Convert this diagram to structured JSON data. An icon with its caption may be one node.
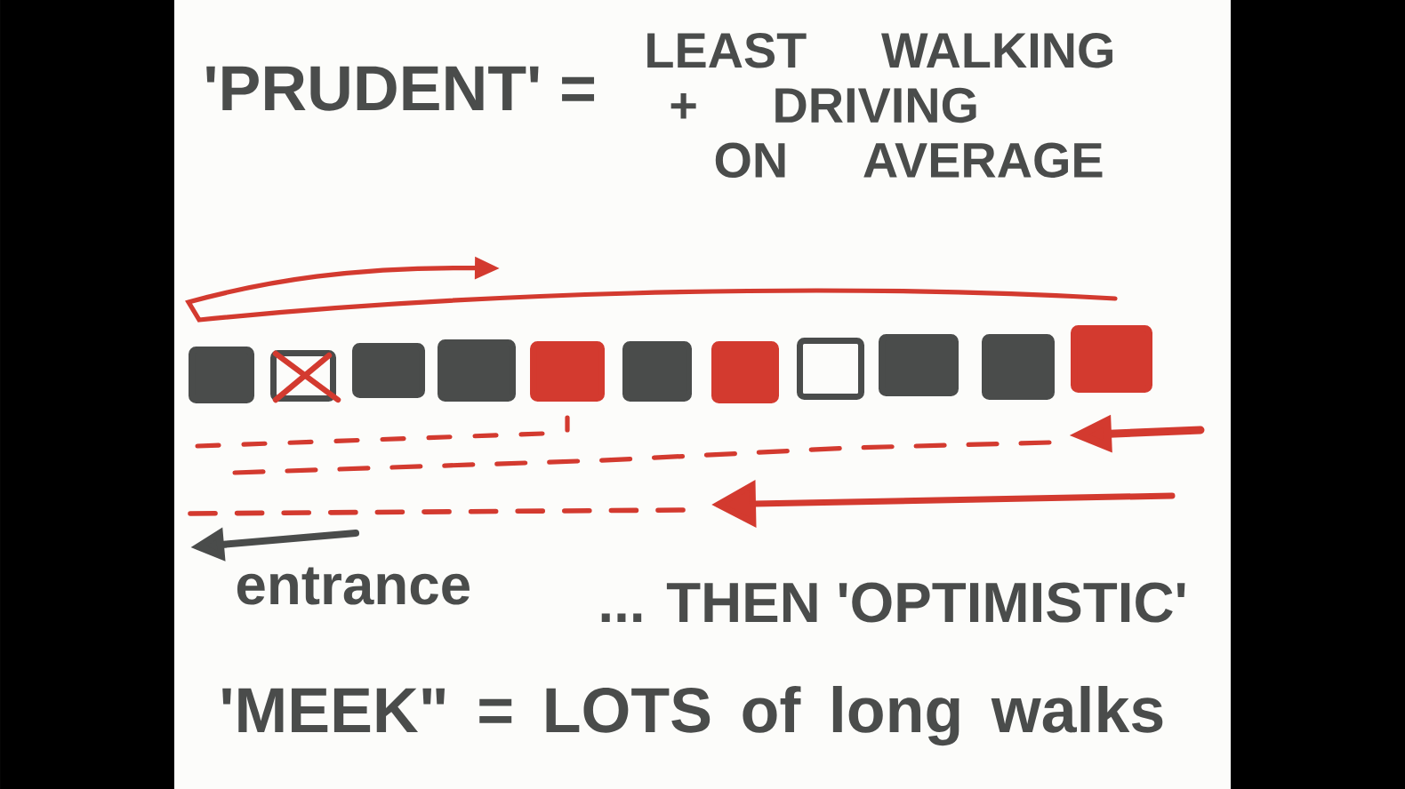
{
  "diagram": {
    "nodes": [
      {
        "text": [],
        "shape": "box"
      },
      {
        "text": [],
        "shape": "box"
      },
      {
        "text": [],
        "shape": "box"
      },
      {
        "text": [],
        "shape": "box"
      },
      {
        "text": [],
        "shape": "box"
      },
      {
        "text": [],
        "shape": "box"
      },
      {
        "text": [],
        "shape": "box"
      },
      {
        "text": [],
        "shape": "box"
      },
      {
        "text": [],
        "shape": "box"
      },
      {
        "text": [],
        "shape": "box"
      },
      {
        "text": [],
        "shape": "box"
      }
    ],
    "labels": [
      "'PRUDENT' =",
      "LEAST WALKING + DRIVING ON AVERAGE",
      "entrance",
      "... THEN 'OPTIMISTIC'",
      "'MEEK\" = LOTS of long walks"
    ]
  }
}
